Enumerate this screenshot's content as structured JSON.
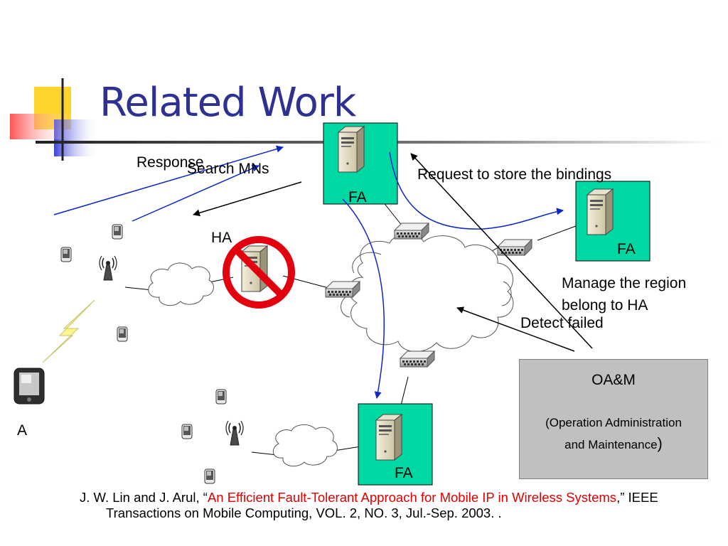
{
  "slide": {
    "title": "Related Work"
  },
  "diagram": {
    "labels": {
      "response": "Response",
      "search_mns": "Search MNs",
      "request": "Request to store the bindings",
      "ha": "HA",
      "fa_top": "FA",
      "fa_right": "FA",
      "fa_bottom": "FA",
      "manage_line1": "Manage the region",
      "manage_line2": "belong to HA",
      "detect": "Detect failed",
      "node_a": "A"
    },
    "oam": {
      "title": "OA&M",
      "subtitle_line1": "(Operation Administration",
      "subtitle_line2": "and Maintenance",
      "close_paren": ")"
    },
    "colors": {
      "fa_box": "#00d8a3",
      "title": "#2e3192",
      "blue_arrow": "#0b26c9",
      "prohibit": "#e3000f",
      "oam_box": "#c0c0c0"
    }
  },
  "citation": {
    "authors": "J. W. Lin and J. Arul, “",
    "paper_title": "An Efficient Fault-Tolerant Approach for Mobile IP in Wireless Systems",
    "rest": ",” IEEE Transactions on Mobile Computing, VOL. 2, NO. 3, Jul.-Sep. 2003. ."
  }
}
